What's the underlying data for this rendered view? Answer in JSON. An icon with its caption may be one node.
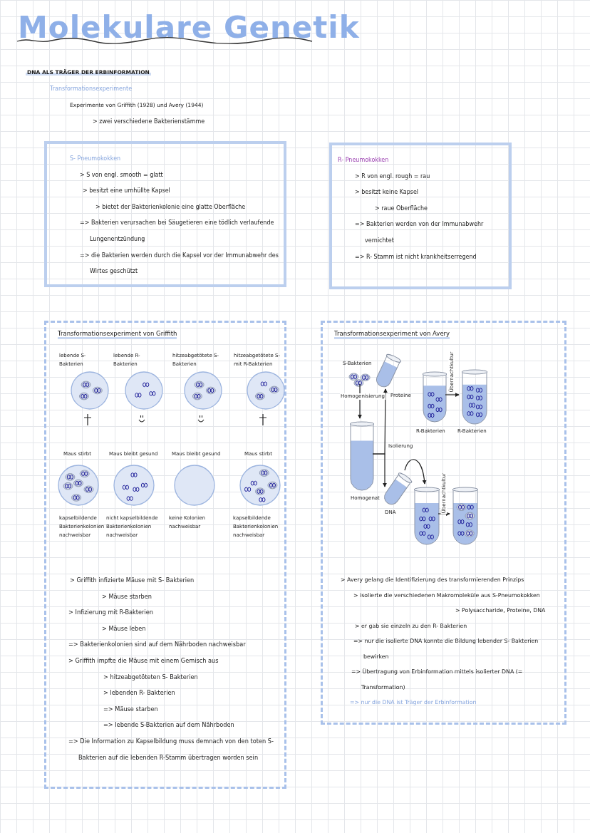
{
  "diagram": {
    "title": "Molekulare Genetik",
    "nodes": [
      {
        "text": [
          "S- Pneumokokken",
          "> S von engl. smooth = glatt",
          "> besitzt eine umhüllte Kapsel",
          "> bietet der Bakterienkolonie eine glatte Oberfläche",
          "=> Bakterien verursachen bei Säugetieren eine tödlich verlaufende Lungenentzündung",
          "=> die Bakterien werden durch die Kapsel vor der Immunabwehr des Wirtes geschützt"
        ]
      },
      {
        "text": [
          "R- Pneumokokken",
          "> R von engl. rough = rau",
          "> besitzt keine Kapsel",
          "> raue Oberfläche",
          "=> Bakterien werden von der Immunabwehr vernichtet",
          "=> R- Stamm ist nicht krankheitserregend"
        ]
      },
      {
        "text": [
          "Transformationsexperiment von Griffith",
          "> Griffith infizierte Mäuse mit S- Bakterien",
          "> Mäuse starben",
          "> Infizierung mit R-Bakterien",
          "> Mäuse leben",
          "=> Bakterienkolonien sind auf dem Nährboden nachweisbar",
          "> Griffith impfte die Mäuse mit einem Gemisch aus",
          "> hitzeabgetöteten S- Bakterien",
          "> lebenden R- Bakterien",
          "=> Mäuse starben",
          "=> lebende S-Bakterien auf dem Nährboden",
          "=> Die Information zu Kapselbildung muss demnach von den toten S- Bakterien auf die lebenden R-Stamm übertragen worden sein"
        ]
      },
      {
        "text": [],
        "shape": "circle",
        "in": 2,
        "beside": [
          "lebende S-Bakterien"
        ]
      },
      {
        "text": [],
        "shape": "circle",
        "in": 2,
        "beside": [
          "lebende R-Bakterien"
        ]
      },
      {
        "text": [],
        "shape": "circle",
        "in": 2,
        "beside": [
          "hitzeabgetötete S-Bakterien"
        ]
      },
      {
        "text": [],
        "shape": "circle",
        "in": 2,
        "beside": [
          "hitzeabgetötete S- mit R-Bakterien"
        ]
      },
      {
        "text": [],
        "shape": "circle",
        "in": 2,
        "beside": [
          "Maus stirbt",
          "kapselbildende Bakterienkolonien nachweisbar"
        ]
      },
      {
        "text": [],
        "shape": "circle",
        "in": 2,
        "beside": [
          "Maus bleibt gesund",
          "nicht kapselbildende Bakterienkolonien nachweisbar"
        ]
      },
      {
        "text": [],
        "shape": "circle",
        "in": 2,
        "beside": [
          "Maus bleibt gesund",
          "keine Kolonien nachweisbar"
        ]
      },
      {
        "text": [],
        "shape": "circle",
        "in": 2,
        "beside": [
          "Maus stirbt",
          "kapselbildende Bakterienkolonien nachweisbar"
        ]
      },
      {
        "text": [
          "Transformationsexperiment von Avery",
          "> Avery gelang die Identifizierung des transformierenden Prinzips",
          "> isolierte die verschiedenen Makromoleküle aus S-Pneumokokken",
          "> Polysaccharide, Proteine, DNA",
          "> er gab sie einzeln zu den R- Bakterien",
          "=> nur die isolierte DNA konnte die Bildung lebender S- Bakterien bewirken",
          "=> Übertragung von Erbinformation mittels isolierter DNA (= Transformation)",
          "=> nur die DNA ist Träger der Erbinformation"
        ]
      },
      {
        "text": [
          "S-Bakterien"
        ],
        "in": 11
      },
      {
        "text": [],
        "shape": "tube",
        "in": 11,
        "beside": [
          "Homogenat"
        ]
      },
      {
        "text": [],
        "shape": "tube",
        "in": 11,
        "beside": [
          "Proteine"
        ]
      },
      {
        "text": [],
        "shape": "tube",
        "in": 11,
        "beside": [
          "R-Bakterien"
        ]
      },
      {
        "text": [],
        "shape": "tube",
        "in": 11,
        "beside": [
          "R-Bakterien"
        ]
      },
      {
        "text": [],
        "shape": "tube",
        "in": 11,
        "beside": [
          "DNA"
        ]
      },
      {
        "text": [],
        "shape": "tube",
        "in": 11
      },
      {
        "text": [],
        "shape": "tube",
        "in": 11
      }
    ],
    "edges": [
      {
        "from": 12,
        "to": 13,
        "arrow": "to",
        "label": "Homogenisierung"
      },
      {
        "from": 13,
        "to": 14,
        "arrow": "to",
        "label": "Isolierung"
      },
      {
        "from": 13,
        "to": 17,
        "arrow": "to"
      },
      {
        "from": 15,
        "to": 16,
        "arrow": "to",
        "label": "Übernachtkultur"
      },
      {
        "from": 17,
        "to": 18,
        "arrow": "to"
      },
      {
        "from": 18,
        "to": 19,
        "arrow": "to",
        "label": "Übernachtkultur"
      }
    ],
    "labels": [
      "DNA ALS TRÄGER DER ERBINFORMATION",
      "Transformationsexperimente",
      "Experimente von Griffith (1928) und Avery (1944)",
      "> zwei verschiedene Bakterienstämme"
    ]
  }
}
